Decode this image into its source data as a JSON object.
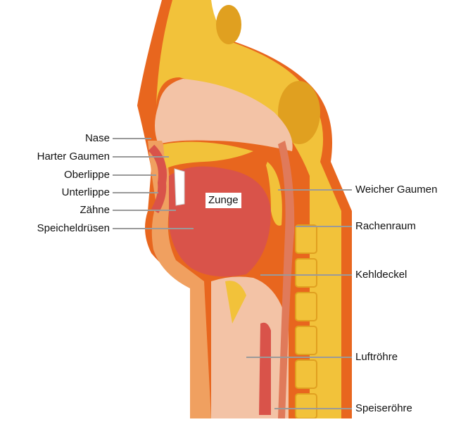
{
  "labels_left": [
    {
      "key": "nase",
      "text": "Nase"
    },
    {
      "key": "harter-gaumen",
      "text": "Harter Gaumen"
    },
    {
      "key": "oberlippe",
      "text": "Oberlippe"
    },
    {
      "key": "unterlippe",
      "text": "Unterlippe"
    },
    {
      "key": "zaehne",
      "text": "Zähne"
    },
    {
      "key": "speicheldruesen",
      "text": "Speicheldrüsen"
    }
  ],
  "labels_right": [
    {
      "key": "weicher-gaumen",
      "text": "Weicher Gaumen"
    },
    {
      "key": "rachenraum",
      "text": "Rachenraum"
    },
    {
      "key": "kehldeckel",
      "text": "Kehldeckel"
    },
    {
      "key": "luftroehre",
      "text": "Luftröhre"
    },
    {
      "key": "speiseroehre",
      "text": "Speiseröhre"
    }
  ],
  "inner_label": "Zunge",
  "colors": {
    "skin_outer": "#e8661e",
    "skin_inner": "#f0a060",
    "bone": "#f2c23a",
    "bone_dark": "#e0a020",
    "tissue": "#f3c3a6",
    "muscle": "#d9534a",
    "lining": "#f5d7c4",
    "line": "#9a9a9a"
  }
}
